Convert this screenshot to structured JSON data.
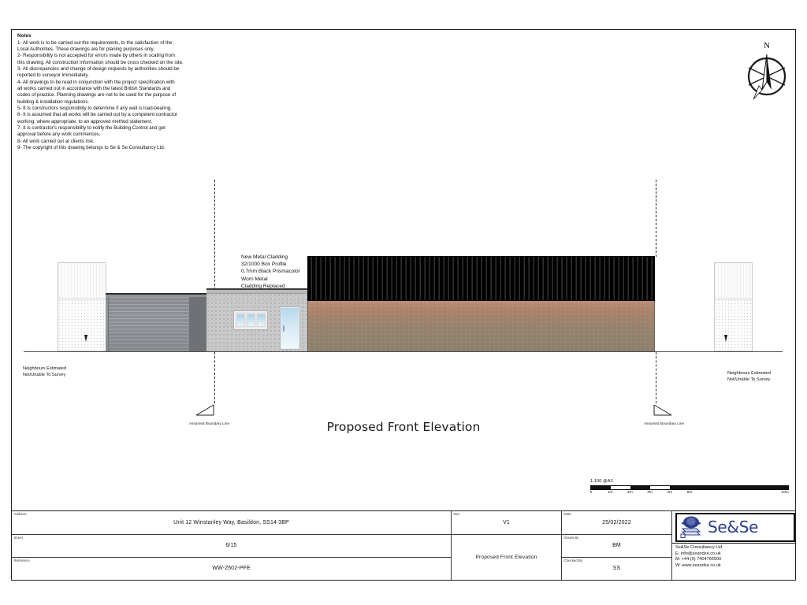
{
  "notes": {
    "heading": "Notes",
    "items": [
      "1- All work is to be carried out the requirements, to the satisfaction of the",
      "Local Authorities. These drawings are for planing purposes only.",
      "2- Responsibility is not accepted for errors made by others in scaling from",
      "this drawing. All construction information should be cross checked on the site.",
      "3- All discrepancies and change of design requests by authorities should be",
      "reported to surveyor immediately.",
      "4- All drawings to be read in conjunction with the project specification with",
      "all works carried out in accordance with the latest British Standards and",
      "codes of practice. Planning drawings are not to be used for the purpose of",
      "building & installation regulations.",
      "5- It is constructors responsiblity to determine if any wall is load-bearing.",
      "6- It is assumed that all works will be carried out by a competent contractor",
      "working, where appropriate, to an approved method statement.",
      "7- It is contractor's responsibility to notify the Building Control and get",
      "approval before any work commences.",
      "8- All work carried out at clients risk.",
      "9- The copyright of this drawing belongs to Se & Se Consultancy Ltd."
    ]
  },
  "compass": {
    "label": "N",
    "icon": "north-arrow-icon"
  },
  "drawing": {
    "title": "Proposed Front Elevation",
    "cladding_callout": [
      "New Metal Cladding",
      "32/1000 Box Profile",
      "0.7mm Black Prismacolor",
      "Worn Metal",
      "Cladding Replaced"
    ],
    "neighbour_note_left": [
      "Neighbours Estimated",
      "Not/Unable To Survey"
    ],
    "neighbour_note_right": [
      "Neighbours Estimated",
      "Not/Unable To Survey"
    ],
    "boundary_caption_left": "Assumed Boundary Line",
    "boundary_caption_right": "Assumed Boundary Line",
    "colors": {
      "cladding_black": "#000000",
      "wall_brown": "#a8826c",
      "render_grey": "#c9c9c9",
      "shutter_grey": "#8d9196",
      "glazing_blue": "#cfe6f2"
    }
  },
  "scale": {
    "label": "1:100  @A3",
    "ticks": [
      "0",
      "1m",
      "2m",
      "3m",
      "4m",
      "5m",
      "10m"
    ]
  },
  "title_block": {
    "address_label": "Address",
    "address_value": "Unit 12 Winstanley Way, Basildon, SS14 3BP",
    "sheet_label": "Sheet",
    "sheet_value": "6/15",
    "reference_label": "Reference",
    "reference_value": "WW-2502-PFE",
    "rev_label": "Rev",
    "rev_value": "V1",
    "description_value": "Proposed Front Elevation",
    "date_label": "Date",
    "date_value": "25/02/2022",
    "drawn_by_label": "Drawn By",
    "drawn_by_value": "BM",
    "checked_by_label": "Checked By",
    "checked_by_value": "SS",
    "company_logo_text": "Se&Se",
    "company_name": "Se&Se Consultancy Ltd.",
    "email": "E: info@seandse.co.uk",
    "mobile": "M: +44 (0) 7404765500",
    "website": "W: www.seandse.co.uk"
  }
}
